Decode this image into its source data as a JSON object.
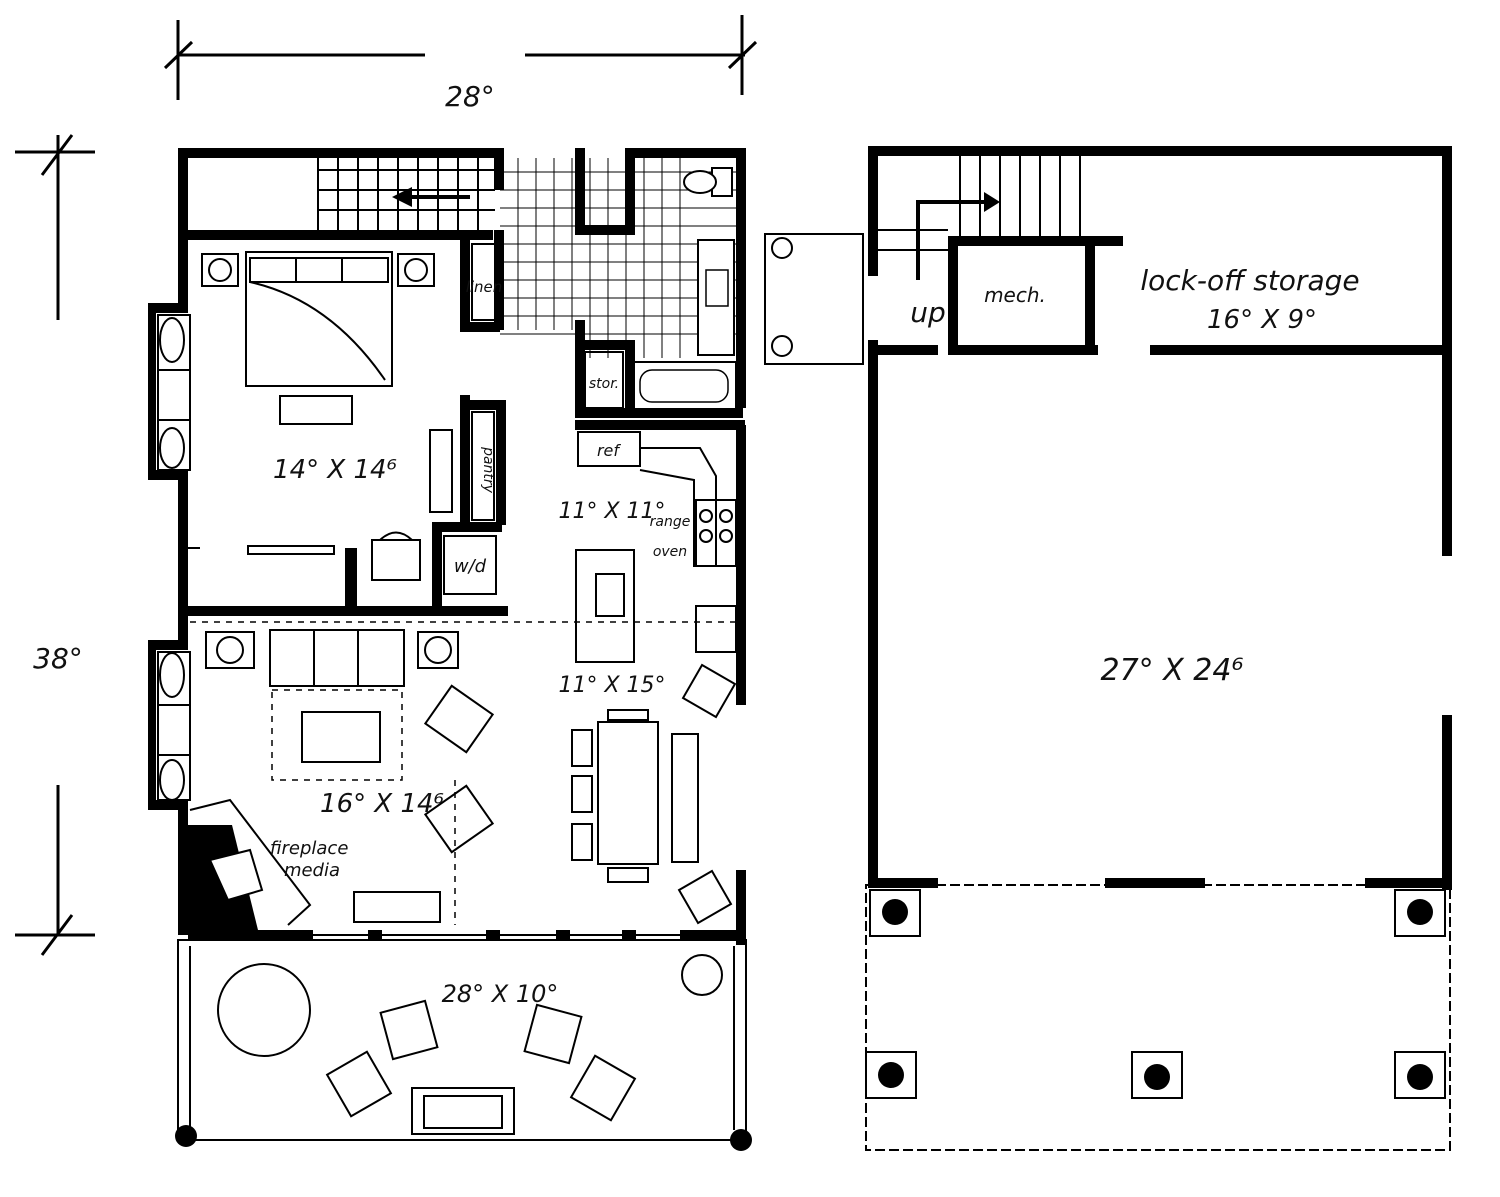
{
  "dimensions": {
    "width_label": "28°",
    "depth_label": "38°"
  },
  "main_level": {
    "bedroom": "14° X 14⁶",
    "linen": "linen",
    "pantry": "pantry",
    "washer_dryer": "w/d",
    "storage": "stor.",
    "refrigerator": "ref",
    "kitchen": "11° X 11°",
    "range": "range",
    "oven": "oven",
    "dining": "11° X 15°",
    "living": "16° X 14⁶",
    "fireplace_media": "fireplace\nmedia",
    "porch": "28° X 10°"
  },
  "garage_level": {
    "up": "up",
    "mech": "mech.",
    "storage_title": "lock-off storage",
    "storage_size": "16° X 9°",
    "garage": "27° X 24⁶"
  }
}
